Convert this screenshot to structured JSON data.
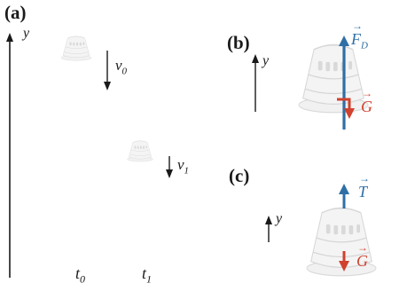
{
  "panels": {
    "a": {
      "label": "(a)",
      "axis_label": "y",
      "velocity_labels": [
        {
          "base": "v",
          "sub": "0"
        },
        {
          "base": "v",
          "sub": "1"
        }
      ],
      "time_labels": [
        {
          "base": "t",
          "sub": "0"
        },
        {
          "base": "t",
          "sub": "1"
        }
      ]
    },
    "b": {
      "label": "(b)",
      "axis_label": "y",
      "drag_force": {
        "base": "F",
        "sub": "D"
      },
      "gravity": "G"
    },
    "c": {
      "label": "(c)",
      "axis_label": "y",
      "thrust": "T",
      "gravity": "G"
    }
  },
  "colors": {
    "ink": "#1a1a1a",
    "force_blue": "#2f6fa6",
    "force_red": "#d0412e",
    "capsule_fill": "#f3f3f3",
    "capsule_stroke": "#d6d6d6"
  }
}
